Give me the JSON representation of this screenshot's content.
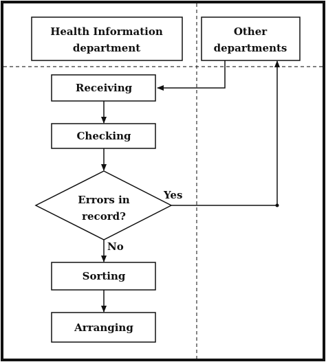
{
  "lanes": {
    "health_information": {
      "title_line1": "Health Information",
      "title_line2": "department"
    },
    "other": {
      "title_line1": "Other",
      "title_line2": "departments"
    }
  },
  "steps": {
    "receiving": "Receiving",
    "checking": "Checking",
    "decision_line1": "Errors in",
    "decision_line2": "record?",
    "sorting": "Sorting",
    "arranging": "Arranging"
  },
  "branches": {
    "yes": "Yes",
    "no": "No"
  }
}
